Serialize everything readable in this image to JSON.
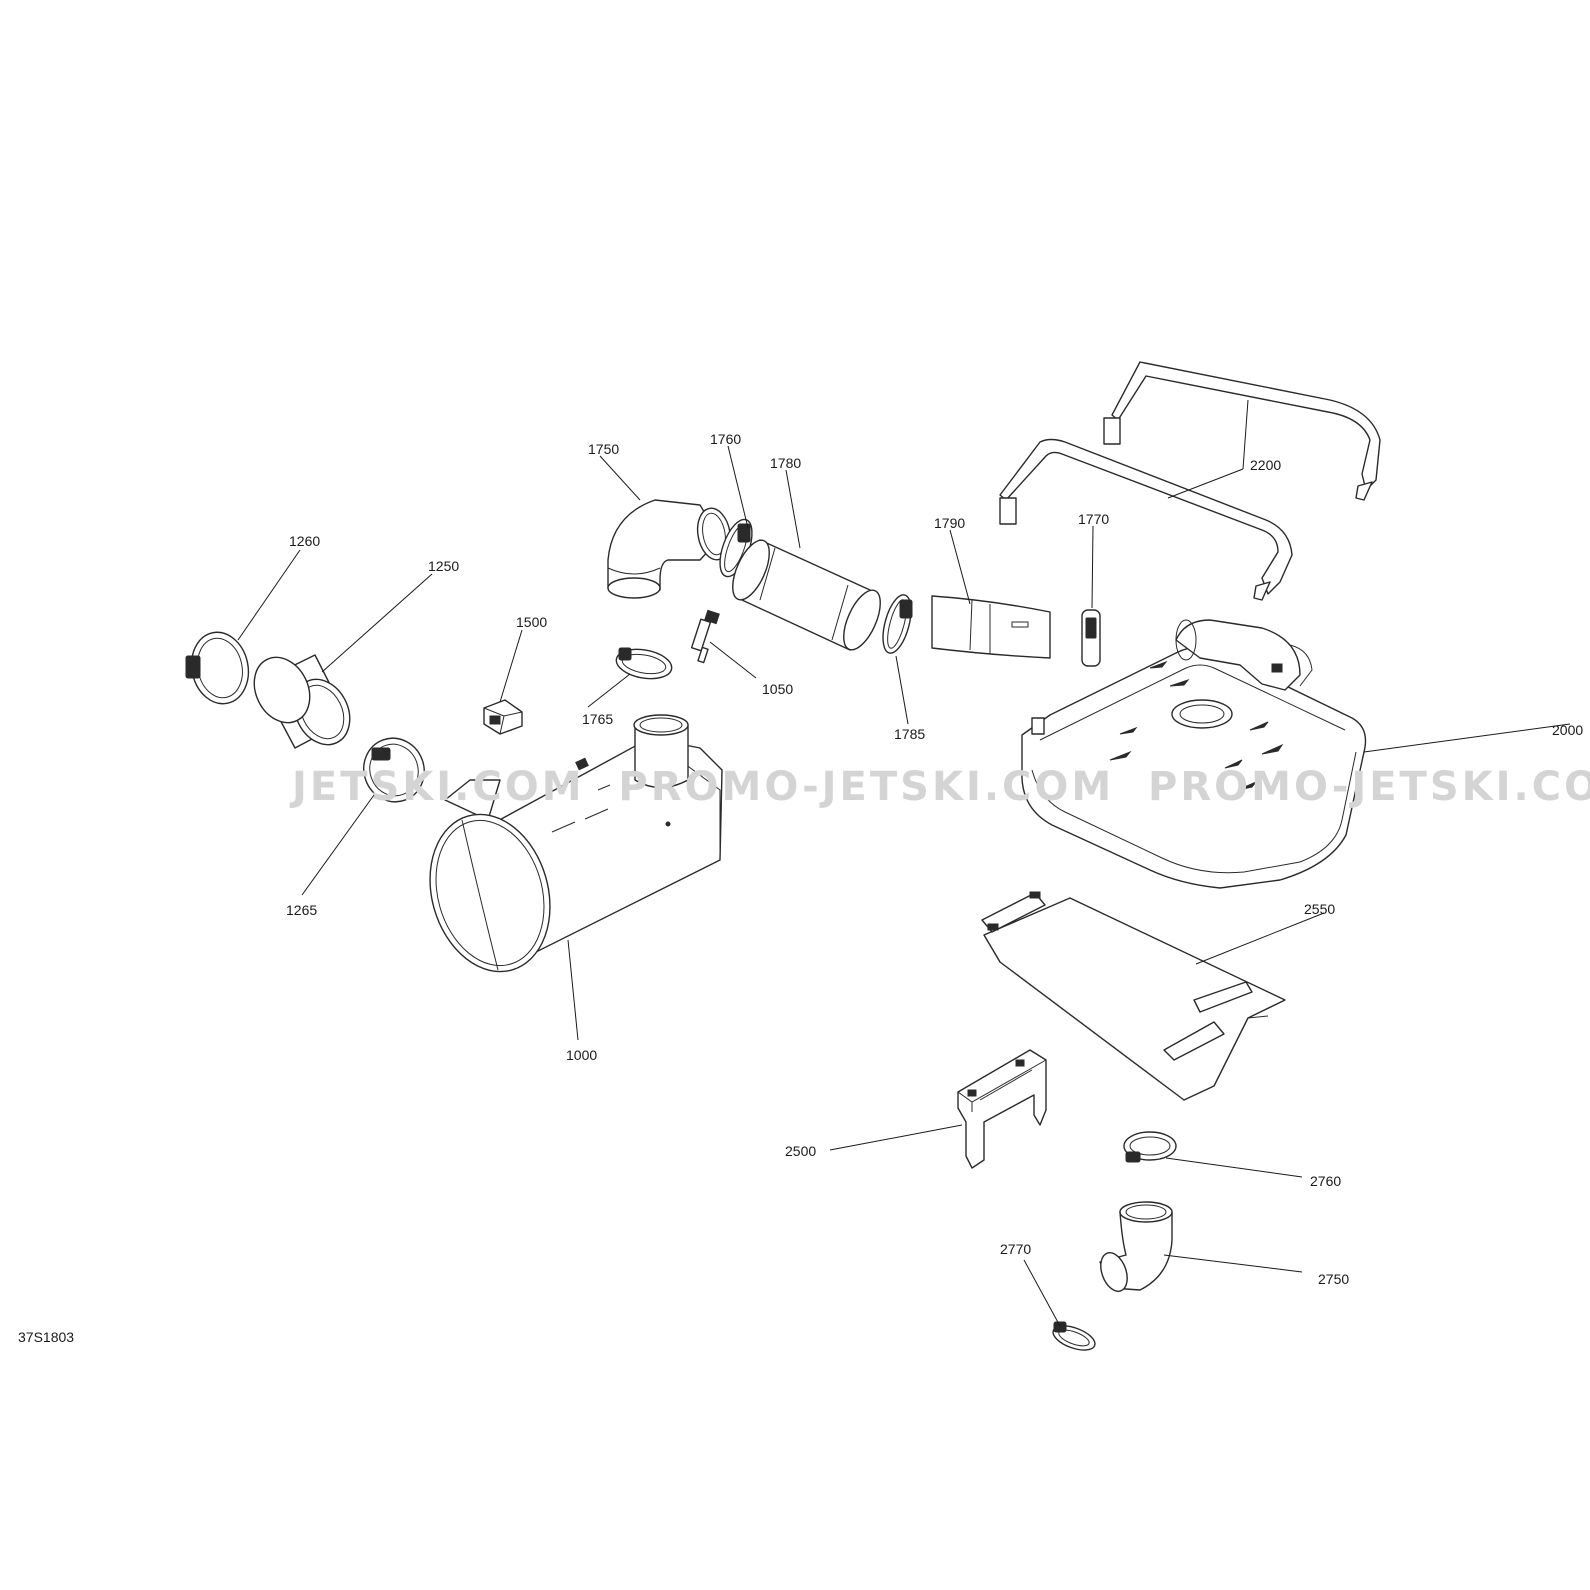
{
  "diagram": {
    "drawing_ref": "37S1803",
    "watermark": "JETSKI.COM  PROMO-JETSKI.COM  PROMO-JETSKI.COM",
    "callouts": {
      "p1000": "1000",
      "p1050": "1050",
      "p1250": "1250",
      "p1260": "1260",
      "p1265": "1265",
      "p1500": "1500",
      "p1750": "1750",
      "p1760": "1760",
      "p1765": "1765",
      "p1770": "1770",
      "p1780": "1780",
      "p1785": "1785",
      "p1790": "1790",
      "p2000": "2000",
      "p2200": "2200",
      "p2500": "2500",
      "p2550": "2550",
      "p2750": "2750",
      "p2760": "2760",
      "p2770": "2770"
    }
  }
}
